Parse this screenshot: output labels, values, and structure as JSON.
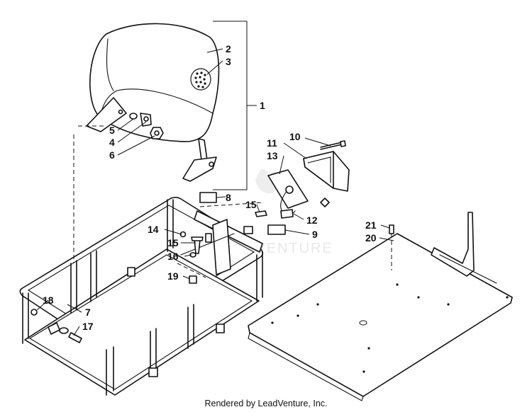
{
  "watermark": "LEADVENTURE",
  "footer": "Rendered by LeadVenture, Inc.",
  "callouts": [
    "1",
    "2",
    "3",
    "4",
    "5",
    "6",
    "7",
    "8",
    "9",
    "10",
    "11",
    "12",
    "13",
    "14",
    "15",
    "15",
    "16",
    "17",
    "18",
    "19",
    "20",
    "21"
  ]
}
